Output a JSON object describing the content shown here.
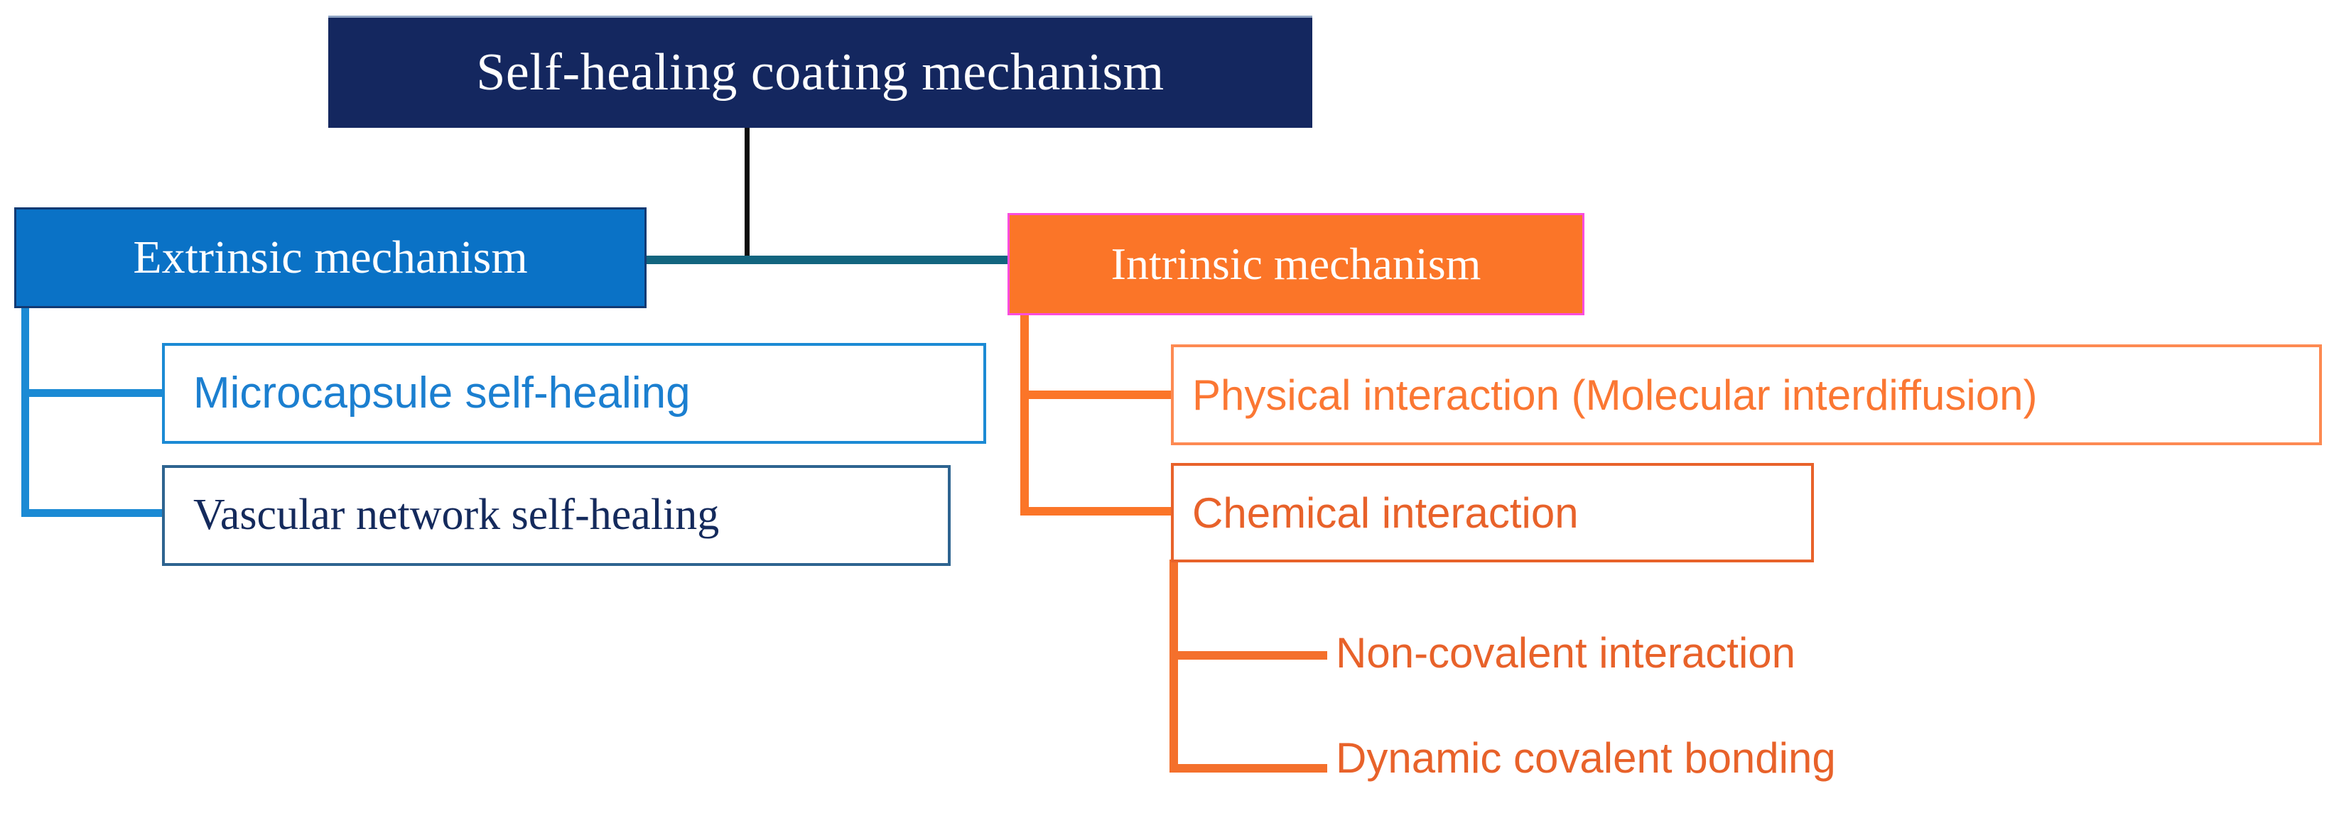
{
  "diagram": {
    "title": "Self-healing coating mechanism",
    "type": "tree",
    "root": {
      "label": "Self-healing coating mechanism",
      "fill": "#14275f",
      "text_color": "#ffffff"
    },
    "branches": [
      {
        "id": "extrinsic",
        "label": "Extrinsic mechanism",
        "fill": "#0a72c6",
        "border": "#123a73",
        "text_color": "#ffffff",
        "children": [
          {
            "id": "microcapsule",
            "label": "Microcapsule self-healing",
            "fill": "#ffffff",
            "border": "#1b8ad4",
            "text_color": "#1b7fd0"
          },
          {
            "id": "vascular",
            "label": "Vascular network self-healing",
            "fill": "#ffffff",
            "border": "#2e6490",
            "text_color": "#142a5c"
          }
        ]
      },
      {
        "id": "intrinsic",
        "label": "Intrinsic mechanism",
        "fill": "#fb7528",
        "border": "#fa4ddd",
        "text_color": "#ffffff",
        "children": [
          {
            "id": "physical",
            "label": "Physical interaction (Molecular interdiffusion)",
            "fill": "#ffffff",
            "border": "#fd8a52",
            "text_color": "#fb7733"
          },
          {
            "id": "chemical",
            "label": "Chemical interaction",
            "fill": "#ffffff",
            "border": "#e8622a",
            "text_color": "#e8622a",
            "children": [
              {
                "id": "non-covalent",
                "label": "Non-covalent interaction",
                "text_color": "#e8622a"
              },
              {
                "id": "dynamic-covalent",
                "label": "Dynamic covalent bonding",
                "text_color": "#e8622a"
              }
            ]
          }
        ]
      }
    ],
    "connector_colors": {
      "root_drop": "#0c0c0c",
      "sibling_bridge": "#12657f",
      "extrinsic_tree": "#1b8ad4",
      "intrinsic_tree": "#fb7528",
      "chemical_tree": "#f4702c"
    }
  }
}
